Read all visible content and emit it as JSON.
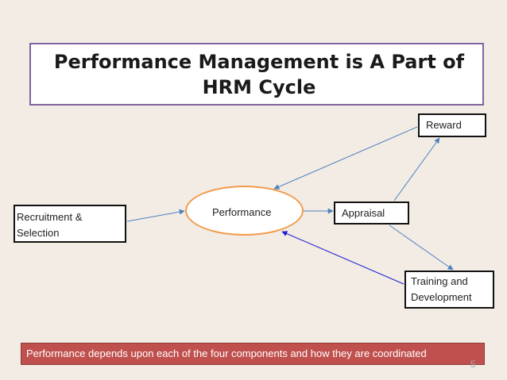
{
  "title": "Performance Management is A Part of\nHRM Cycle",
  "nodes": {
    "reward": "Reward",
    "recruitment": [
      "Recruitment &",
      "Selection"
    ],
    "performance": "Performance",
    "appraisal": "Appraisal",
    "training": [
      "Training and",
      "Development"
    ]
  },
  "footer": "Performance depends upon each of the four components and how they are coordinated",
  "page_number": "5",
  "colors": {
    "background": "#f2ece4",
    "title_border": "#8064a2",
    "ellipse_border": "#f39a4a",
    "arrow": "#4f81bd",
    "feedback_arrow": "#1f1fd0",
    "footer_bg": "#c0504d"
  }
}
